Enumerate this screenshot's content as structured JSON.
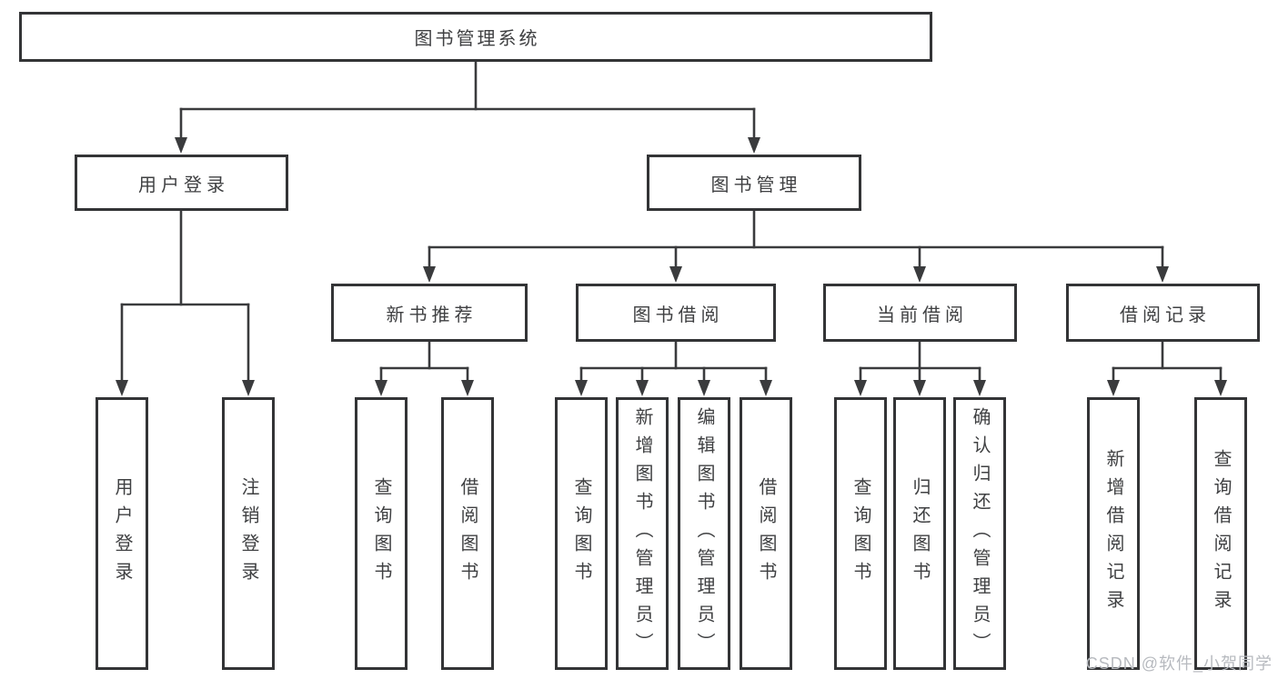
{
  "diagram": {
    "root": {
      "label": "图书管理系统"
    },
    "level2": [
      {
        "label": "用户登录",
        "parent": "图书管理系统"
      },
      {
        "label": "图书管理",
        "parent": "图书管理系统"
      }
    ],
    "level3": [
      {
        "label": "新书推荐",
        "parent": "图书管理"
      },
      {
        "label": "图书借阅",
        "parent": "图书管理"
      },
      {
        "label": "当前借阅",
        "parent": "图书管理"
      },
      {
        "label": "借阅记录",
        "parent": "图书管理"
      }
    ],
    "leaves": [
      {
        "label": "用户登录",
        "parent": "用户登录"
      },
      {
        "label": "注销登录",
        "parent": "用户登录"
      },
      {
        "label": "查询图书",
        "parent": "新书推荐"
      },
      {
        "label": "借阅图书",
        "parent": "新书推荐"
      },
      {
        "label": "查询图书",
        "parent": "图书借阅"
      },
      {
        "label": "新增图书（管理员）",
        "parent": "图书借阅"
      },
      {
        "label": "编辑图书（管理员）",
        "parent": "图书借阅"
      },
      {
        "label": "借阅图书",
        "parent": "图书借阅"
      },
      {
        "label": "查询图书",
        "parent": "当前借阅"
      },
      {
        "label": "归还图书",
        "parent": "当前借阅"
      },
      {
        "label": "确认归还（管理员）",
        "parent": "当前借阅"
      },
      {
        "label": "新增借阅记录",
        "parent": "借阅记录"
      },
      {
        "label": "查询借阅记录",
        "parent": "借阅记录"
      }
    ],
    "watermark": "CSDN @软件_小贺同学",
    "colors": {
      "line": "#3a3b3d",
      "border": "#333436",
      "text": "#3f4042",
      "watermark": "#b7babf",
      "background": "#ffffff"
    }
  }
}
